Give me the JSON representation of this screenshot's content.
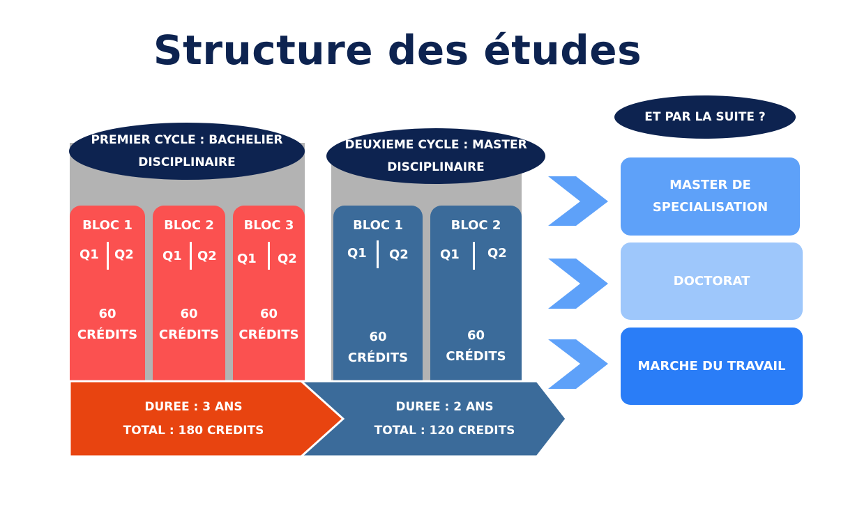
{
  "title": "Structure des études",
  "cycle1": {
    "label_line1": "PREMIER CYCLE : BACHELIER",
    "label_line2": "DISCIPLINAIRE",
    "blocs": [
      {
        "label": "BLOC 1",
        "q1": "Q1",
        "q2": "Q2",
        "credits": "60",
        "credits_unit": "CRÉDITS"
      },
      {
        "label": "BLOC 2",
        "q1": "Q1",
        "q2": "Q2",
        "credits": "60",
        "credits_unit": "CRÉDITS"
      },
      {
        "label": "BLOC 3",
        "q1": "Q1",
        "q2": "Q2",
        "credits": "60",
        "credits_unit": "CRÉDITS"
      }
    ],
    "duration": "DUREE : 3 ANS",
    "total": "TOTAL : 180 CREDITS"
  },
  "cycle2": {
    "label_line1": "DEUXIEME CYCLE : MASTER",
    "label_line2": "DISCIPLINAIRE",
    "blocs": [
      {
        "label": "BLOC 1",
        "q1": "Q1",
        "q2": "Q2",
        "credits": "60",
        "credits_unit": "CRÉDITS"
      },
      {
        "label": "BLOC 2",
        "q1": "Q1",
        "q2": "Q2",
        "credits": "60",
        "credits_unit": "CRÉDITS"
      }
    ],
    "duration": "DUREE : 2 ANS",
    "total": "TOTAL : 120 CREDITS"
  },
  "next": {
    "header": "ET PAR LA SUITE ?",
    "options": [
      {
        "line1": "MASTER DE",
        "line2": "SPECIALISATION",
        "color": "#5ea1f9"
      },
      {
        "line1": "DOCTORAT",
        "line2": "",
        "color": "#9ec7fb"
      },
      {
        "line1": "MARCHE DU TRAVAIL",
        "line2": "",
        "color": "#2a7df7"
      }
    ],
    "arrow_color": "#5ea1f9"
  },
  "colors": {
    "navy": "#0d2350",
    "cycle1": "#fb5150",
    "cycle1_band": "#e84410",
    "cycle2": "#3b6b9a",
    "gray": "#b3b3b3"
  }
}
